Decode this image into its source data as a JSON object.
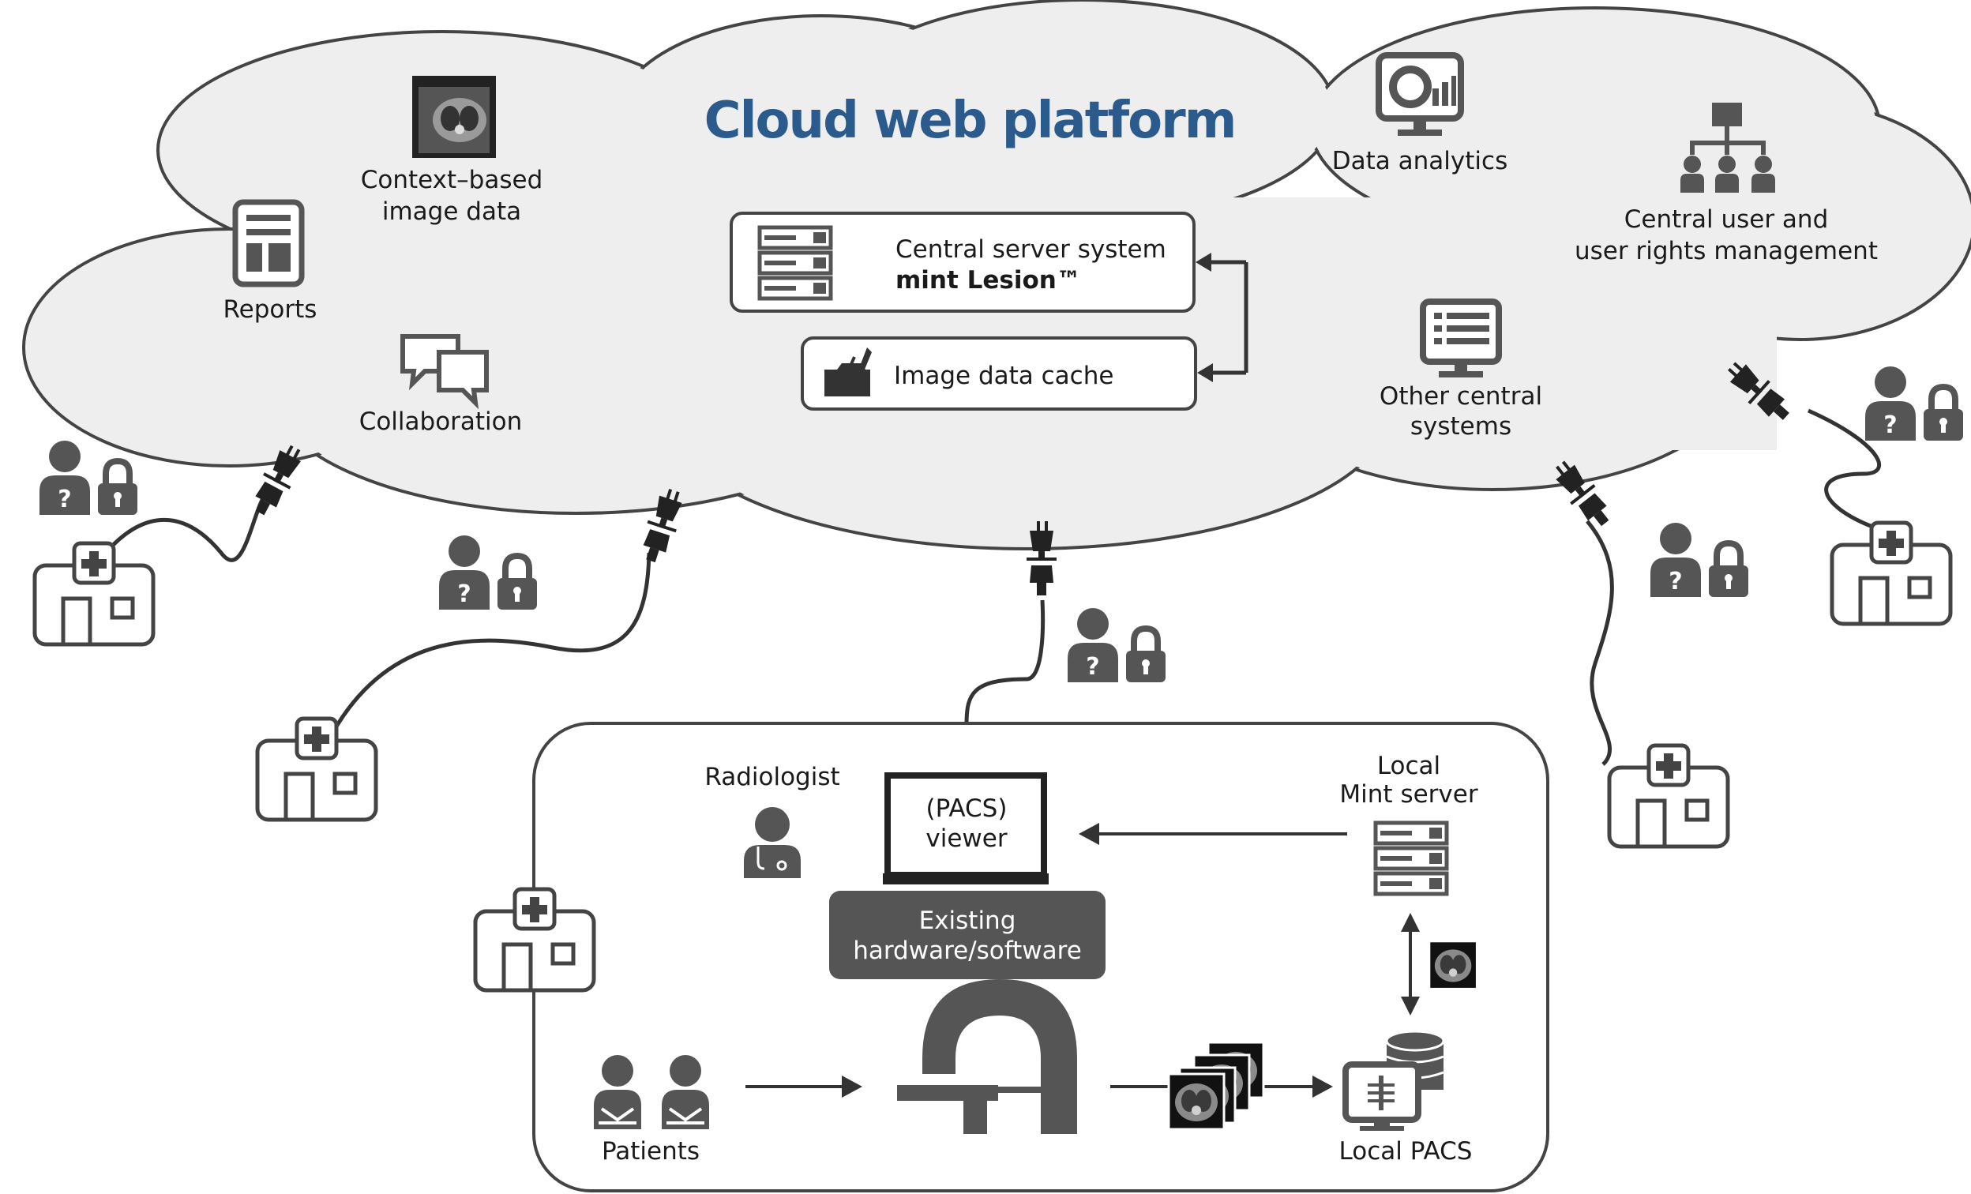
{
  "diagram": {
    "title": "Cloud web platform",
    "cloud_items": {
      "context_image": [
        "Context–based",
        "image data"
      ],
      "reports": "Reports",
      "collaboration": "Collaboration",
      "central_server": [
        "Central server system",
        "mint Lesion™"
      ],
      "image_cache": "Image data cache",
      "data_analytics": "Data analytics",
      "user_mgmt": [
        "Central user and",
        "user rights management"
      ],
      "other_systems": [
        "Other central",
        "systems"
      ]
    },
    "local_site": {
      "radiologist": "Radiologist",
      "pacs_viewer": [
        "(PACS)",
        "viewer"
      ],
      "existing": [
        "Existing",
        "hardware/software"
      ],
      "local_mint": [
        "Local",
        "Mint server"
      ],
      "patients": "Patients",
      "local_pacs": "Local PACS"
    },
    "icons": [
      "hospital-icon",
      "user-lock-icon",
      "plug-connector-icon",
      "server-icon",
      "folder-icon",
      "report-icon",
      "chat-icon",
      "monitor-chart-icon",
      "org-chart-icon",
      "list-monitor-icon",
      "doctor-icon",
      "patient-icon",
      "ct-scanner-icon",
      "database-icon",
      "ct-slice-image"
    ],
    "colors": {
      "title": "#2a5b8c",
      "cloud_fill": "#eeeeee",
      "icon": "#555555",
      "outline": "#444444"
    }
  }
}
